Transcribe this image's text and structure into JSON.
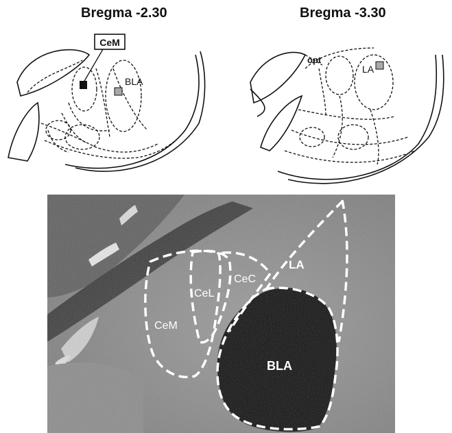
{
  "figure": {
    "atlas_left": {
      "title": "Bregma -2.30",
      "labels": {
        "cem": "CeM",
        "bla": "BLA"
      }
    },
    "atlas_right": {
      "title": "Bregma -3.30",
      "labels": {
        "opt": "opt",
        "la": "LA"
      }
    },
    "photo": {
      "labels": {
        "cem": "CeM",
        "cel": "CeL",
        "cec": "CeC",
        "la": "LA",
        "bla": "BLA"
      }
    },
    "colors": {
      "marker_black": "#111111",
      "marker_gray": "#a9a9a9",
      "outline_white": "#ffffff"
    }
  }
}
